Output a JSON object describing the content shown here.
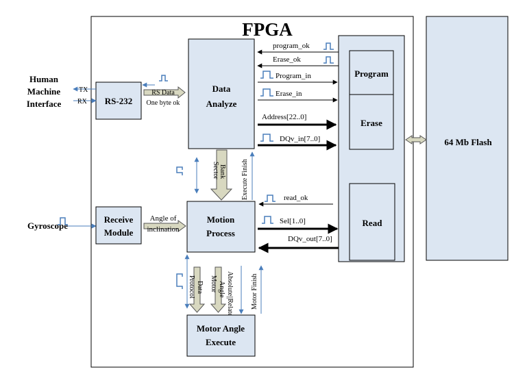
{
  "fpga": {
    "title": "FPGA"
  },
  "flash": {
    "label": "64 Mb Flash"
  },
  "hmi": {
    "line1": "Human",
    "line2": "Machine",
    "line3": "Interface",
    "tx": "TX",
    "rx": "RX"
  },
  "gyroscope": {
    "label": "Gyroscope"
  },
  "blocks": {
    "rs232": "RS-232",
    "data_analyze_1": "Data",
    "data_analyze_2": "Analyze",
    "receive_1": "Receive",
    "receive_2": "Module",
    "motion_1": "Motion",
    "motion_2": "Process",
    "motor_1": "Motor Angle",
    "motor_2": "Execute",
    "program": "Program",
    "erase": "Erase",
    "read": "Read"
  },
  "signals": {
    "rs_data": "RS Data",
    "one_byte_ok": "One byte ok",
    "program_ok": "program_ok",
    "erase_ok": "Erase_ok",
    "program_in": "Program_in",
    "erase_in": "Erase_in",
    "address": "Address[22..0]",
    "dqv_in": "DQv_in[7..0]",
    "sector_bank_1": "Sector",
    "sector_bank_2": "Bank",
    "execute_finish": "Execute Finish",
    "angle_1": "Angle of",
    "angle_2": "inclination",
    "read_ok": "read_ok",
    "sel": "Sel[1..0]",
    "dqv_out": "DQv_out[7..0]",
    "protocol_1": "Protocol",
    "protocol_2": "Data",
    "motor_angle_1": "Motor",
    "motor_angle_2": "Angle",
    "abs_rel": "Absolute||Relate",
    "motor_finish": "Motor Finish"
  },
  "colors": {
    "block_fill": "#dce6f2",
    "blue_line": "#4a7ebb",
    "hollow_arrow_fill": "#d8d8c0"
  }
}
